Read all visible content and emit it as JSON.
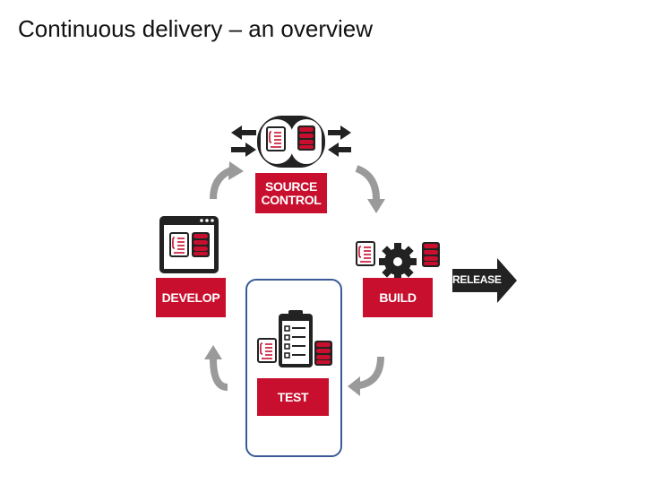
{
  "slide": {
    "title": "Continuous delivery – an overview"
  },
  "stages": {
    "source_control": "SOURCE\nCONTROL",
    "develop": "DEVELOP",
    "build": "BUILD",
    "test": "TEST",
    "release": "RELEASE"
  },
  "colors": {
    "accent_red": "#c8102e",
    "dark": "#222222",
    "gray_arrow": "#9a9a9a",
    "highlight_frame": "#3b5998"
  },
  "icons": [
    "document-icon",
    "database-icon",
    "gear-icon",
    "clipboard-checklist-icon",
    "browser-window-icon",
    "exchange-arrows-icon",
    "cycle-arrow-icon"
  ]
}
